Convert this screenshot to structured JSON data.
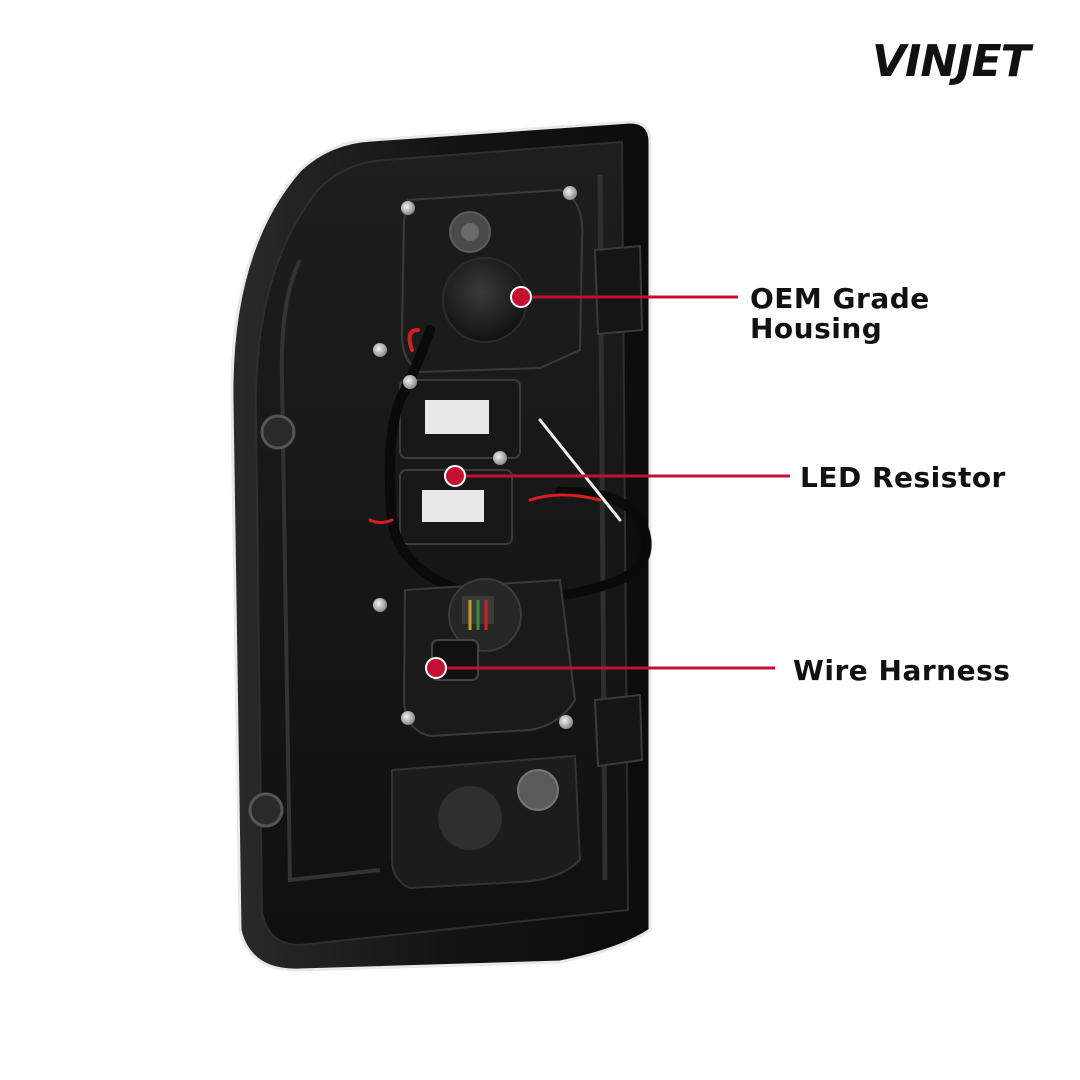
{
  "brand": {
    "logo_text": "VINJET",
    "accent_color": "#c4102e"
  },
  "callouts": [
    {
      "line1": "OEM Grade",
      "line2": "Housing"
    },
    {
      "label": "LED Resistor"
    },
    {
      "label": "Wire Harness"
    }
  ],
  "colors": {
    "marker": "#c4102e",
    "housing": "#1a1a1a",
    "label_text": "#111111"
  }
}
